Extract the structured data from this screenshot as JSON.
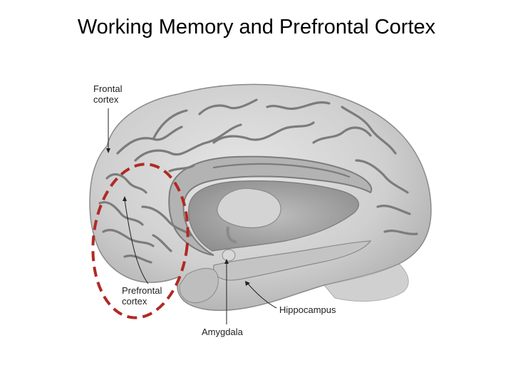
{
  "title": "Working Memory and Prefrontal Cortex",
  "labels": {
    "frontal_line1": "Frontal",
    "frontal_line2": "cortex",
    "prefrontal_line1": "Prefrontal",
    "prefrontal_line2": "cortex",
    "hippocampus": "Hippocampus",
    "amygdala": "Amygdala"
  },
  "colors": {
    "highlight_ellipse": "#b02a24",
    "brain_fill": "#c9c9c9",
    "sulci": "#7c7c7c"
  }
}
